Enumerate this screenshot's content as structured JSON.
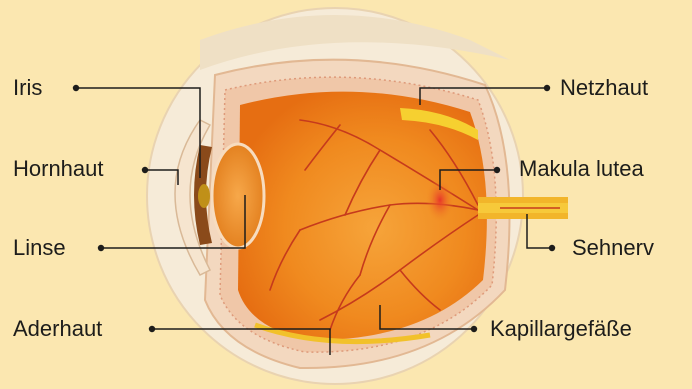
{
  "labels": {
    "iris": "Iris",
    "hornhaut": "Hornhaut",
    "linse": "Linse",
    "aderhaut": "Aderhaut",
    "netzhaut": "Netzhaut",
    "makula_lutea": "Makula lutea",
    "sehnerv": "Sehnerv",
    "kapillargefaesse": "Kapillargefäße"
  },
  "colors": {
    "background": "#fbe7b0",
    "sclera": "#f3dcc0",
    "outer_shell": "#f7ead3",
    "retina_orange": "#f18a1e",
    "retina_deep": "#e4650f",
    "vessels": "#c63a1c",
    "macula": "#e8352a",
    "optic_nerve": "#f2b52a",
    "leader_lines": "#1d1d1b"
  }
}
